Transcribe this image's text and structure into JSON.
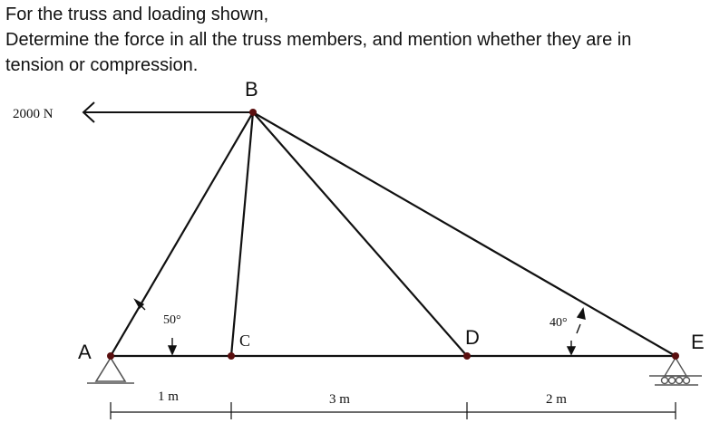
{
  "problem": {
    "line1": "For the truss and loading shown,",
    "line2": "Determine the force in all the truss members, and mention whether they are in",
    "line3": "tension or compression."
  },
  "diagram": {
    "joints": {
      "A": "A",
      "B": "B",
      "C": "C",
      "D": "D",
      "E": "E"
    },
    "load": "2000 N",
    "angle_A": "50°",
    "angle_E": "40°",
    "dims": {
      "AC": "1 m",
      "CD": "3 m",
      "DE": "2 m"
    },
    "colors": {
      "member": "#111111",
      "joint": "#5a0f0f"
    }
  }
}
